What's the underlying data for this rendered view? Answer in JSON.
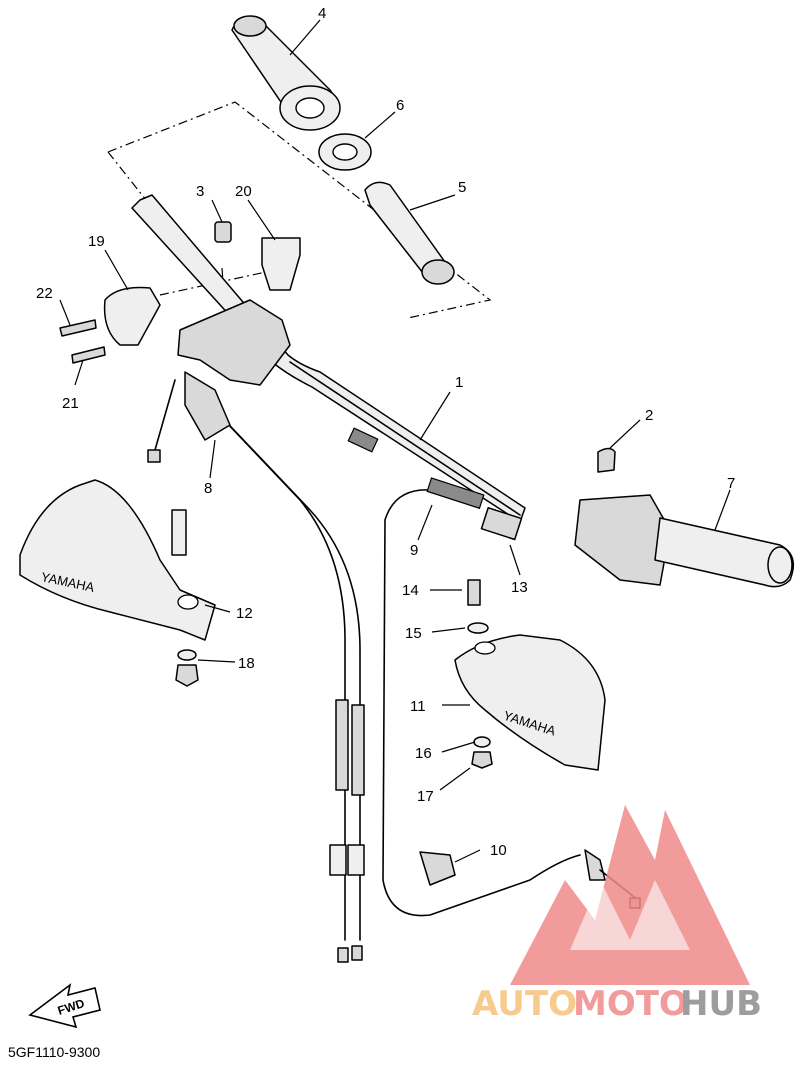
{
  "callouts": [
    {
      "id": "callout-1",
      "label": "1"
    },
    {
      "id": "callout-2",
      "label": "2"
    },
    {
      "id": "callout-3",
      "label": "3"
    },
    {
      "id": "callout-4",
      "label": "4"
    },
    {
      "id": "callout-5",
      "label": "5"
    },
    {
      "id": "callout-6",
      "label": "6"
    },
    {
      "id": "callout-7",
      "label": "7"
    },
    {
      "id": "callout-8",
      "label": "8"
    },
    {
      "id": "callout-9",
      "label": "9"
    },
    {
      "id": "callout-10",
      "label": "10"
    },
    {
      "id": "callout-11",
      "label": "11"
    },
    {
      "id": "callout-12",
      "label": "12"
    },
    {
      "id": "callout-13",
      "label": "13"
    },
    {
      "id": "callout-14",
      "label": "14"
    },
    {
      "id": "callout-15",
      "label": "15"
    },
    {
      "id": "callout-16",
      "label": "16"
    },
    {
      "id": "callout-17",
      "label": "17"
    },
    {
      "id": "callout-18",
      "label": "18"
    },
    {
      "id": "callout-19",
      "label": "19"
    },
    {
      "id": "callout-20",
      "label": "20"
    },
    {
      "id": "callout-21",
      "label": "21"
    },
    {
      "id": "callout-22",
      "label": "22"
    }
  ],
  "handguard_left_text": "YAMAHA",
  "handguard_right_text": "YAMAHA",
  "direction_arrow_text": "FWD",
  "diagram_code": "5GF1110-9300",
  "watermark": {
    "part1": "AUTO",
    "part2": "MOTO",
    "part3": "HUB"
  },
  "colors": {
    "watermark_orange": "#f5c27a",
    "watermark_red": "#f08a8a",
    "watermark_grey": "#8c8c8c"
  }
}
